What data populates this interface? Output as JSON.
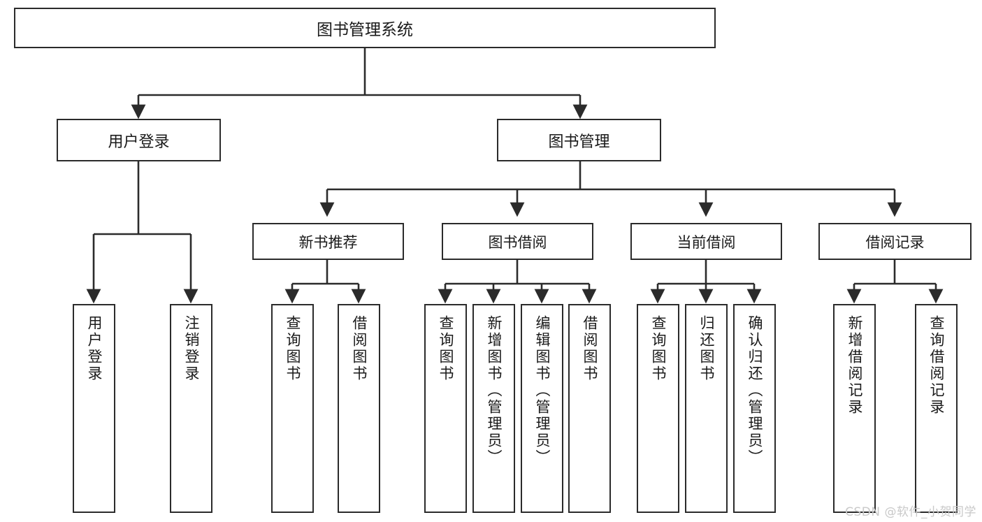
{
  "diagram": {
    "type": "tree",
    "title": "图书管理系统",
    "watermark": "CSDN @软件_小贺同学",
    "colors": {
      "box_border": "#2b2b2b",
      "box_fill": "#ffffff",
      "connector": "#2b2b2b",
      "text": "#1a1a1a",
      "watermark": "#c9c9c9"
    },
    "root": {
      "label": "图书管理系统"
    },
    "level2": [
      {
        "label": "用户登录"
      },
      {
        "label": "图书管理"
      }
    ],
    "level3": [
      {
        "label": "新书推荐"
      },
      {
        "label": "图书借阅"
      },
      {
        "label": "当前借阅"
      },
      {
        "label": "借阅记录"
      }
    ],
    "leaves": {
      "user_login": [
        {
          "label": "用户登录"
        },
        {
          "label": "注销登录"
        }
      ],
      "new_book": [
        {
          "label": "查询图书"
        },
        {
          "label": "借阅图书"
        }
      ],
      "book_borrow": [
        {
          "label": "查询图书"
        },
        {
          "label": "新增图书（管理员）"
        },
        {
          "label": "编辑图书（管理员）"
        },
        {
          "label": "借阅图书"
        }
      ],
      "current_borrow": [
        {
          "label": "查询图书"
        },
        {
          "label": "归还图书"
        },
        {
          "label": "确认归还（管理员）"
        }
      ],
      "borrow_record": [
        {
          "label": "新增借阅记录"
        },
        {
          "label": "查询借阅记录"
        }
      ]
    }
  }
}
